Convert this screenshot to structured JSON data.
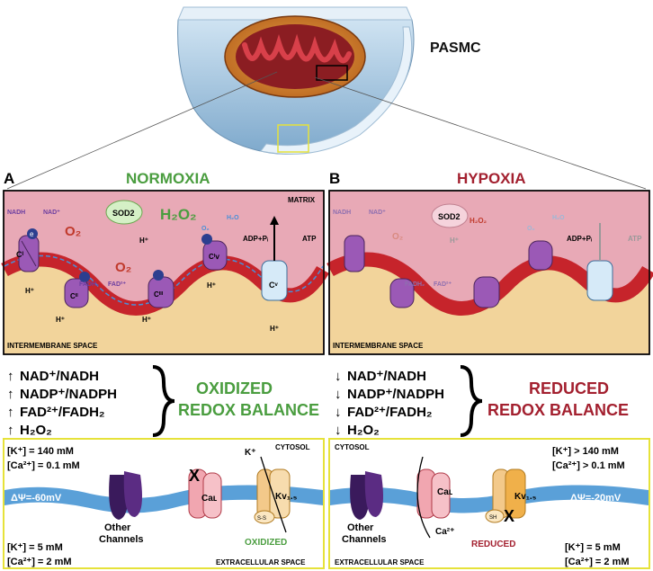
{
  "header": {
    "cell_label": "PASMC"
  },
  "panel_a": {
    "letter": "A",
    "title": "NORMOXIA",
    "matrix": "MATRIX",
    "ims": "INTERMEMBRANE SPACE",
    "nadh": "NADH",
    "nad": "NAD⁺",
    "fadh2": "FADH₂",
    "fad": "FAD²⁺",
    "o2": "O₂",
    "o2b": "O₂",
    "sod2": "SOD2",
    "h2o2": "H₂O₂",
    "h": "H⁺",
    "o2c": "O₂",
    "h2o": "H₂O",
    "adp": "ADP+Pᵢ",
    "atp": "ATP",
    "e": "e",
    "ci": "Cᴵ",
    "cii": "Cᴵᴵ",
    "ciii": "Cᴵᴵᴵ",
    "civ": "Cᴵⅴ",
    "cv": "Cᵛ",
    "ratios": [
      "NAD⁺/NADH",
      "NADP⁺/NADPH",
      "FAD²⁺/FADH₂",
      "H₂O₂"
    ],
    "arrows": [
      "↑",
      "↑",
      "↑",
      "↑"
    ],
    "balance": [
      "OXIDIZED",
      "REDOX BALANCE"
    ],
    "k_in": "[K⁺] = 140 mM",
    "ca_in": "[Ca²⁺] = 0.1 mM",
    "k_out": "[K⁺] = 5 mM",
    "ca_out": "[Ca²⁺] = 2 mM",
    "potential": "ΔΨ=-60mV",
    "cytosol": "CYTOSOL",
    "extracellular": "EXTRACELLULAR SPACE",
    "other": [
      "Other",
      "Channels"
    ],
    "ca_l": "Caʟ",
    "kv": "Kv₁.₅",
    "k_ion": "K⁺",
    "ss": "S-S",
    "state": "OXIDIZED",
    "block": "X"
  },
  "panel_b": {
    "letter": "B",
    "title": "HYPOXIA",
    "ims": "INTERMEMBRANE SPACE",
    "nadh": "NADH",
    "nad": "NAD⁺",
    "fadh2": "FADH₂",
    "fad": "FAD²⁺",
    "o2": "O₂",
    "sod2": "SOD2",
    "h2o2": "H₂O₂",
    "h": "H⁺",
    "o2c": "O₂",
    "h2o": "H₂O",
    "adp": "ADP+Pᵢ",
    "atp": "ATP",
    "ratios": [
      "NAD⁺/NADH",
      "NADP⁺/NADPH",
      "FAD²⁺/FADH₂",
      "H₂O₂"
    ],
    "arrows": [
      "↓",
      "↓",
      "↓",
      "↓"
    ],
    "balance": [
      "REDUCED",
      "REDOX BALANCE"
    ],
    "k_in": "[K⁺] > 140 mM",
    "ca_in": "[Ca²⁺] > 0.1 mM",
    "k_out": "[K⁺] = 5 mM",
    "ca_out": "[Ca²⁺] = 2 mM",
    "potential": "ΔΨ=-20mV",
    "cytosol": "CYTOSOL",
    "extracellular": "EXTRACELLULAR SPACE",
    "other": [
      "Other",
      "Channels"
    ],
    "ca_l": "Caʟ",
    "kv": "Kv₁.₅",
    "ca_ion": "Ca²⁺",
    "sh": "SH",
    "state": "REDUCED",
    "block": "X"
  },
  "colors": {
    "normoxia": "#4a9d3f",
    "hypoxia": "#a3202f",
    "matrix": "#e8a9b6",
    "ims": "#f2d49b",
    "membrane": "#c6242b",
    "complex": "#9b59b6",
    "box_border": "#e6e23a"
  }
}
